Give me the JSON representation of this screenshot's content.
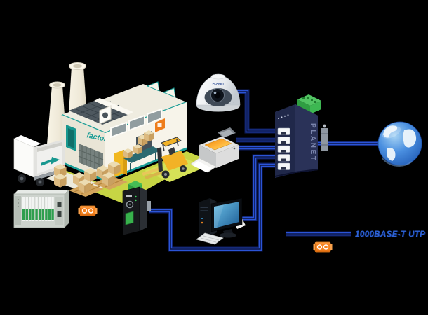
{
  "legend": {
    "cable_label": "1000BASE-T UTP"
  },
  "factory": {
    "wall_label": "factory"
  },
  "devices": {
    "planet_switch": {
      "brand": "PLANET",
      "port_count": 5
    },
    "dome_camera": {
      "brand": "PLANET"
    }
  },
  "colors": {
    "background": "#000000",
    "cable_core_blue": "#2b54d6",
    "cable_casing_navy": "#0e1d5c",
    "legend_text_blue": "#2e63d6",
    "connector_icon_orange": "#f5821f",
    "switch_body_navy": "#272f56",
    "terminal_block_green": "#3db852",
    "factory_teal": "#1b9d96",
    "ground_yellow_green": "#c9d64d",
    "forklift_yellow": "#f2b226",
    "plc_slot_green": "#2f9e4e",
    "globe_blue": "#3f7fd6"
  }
}
